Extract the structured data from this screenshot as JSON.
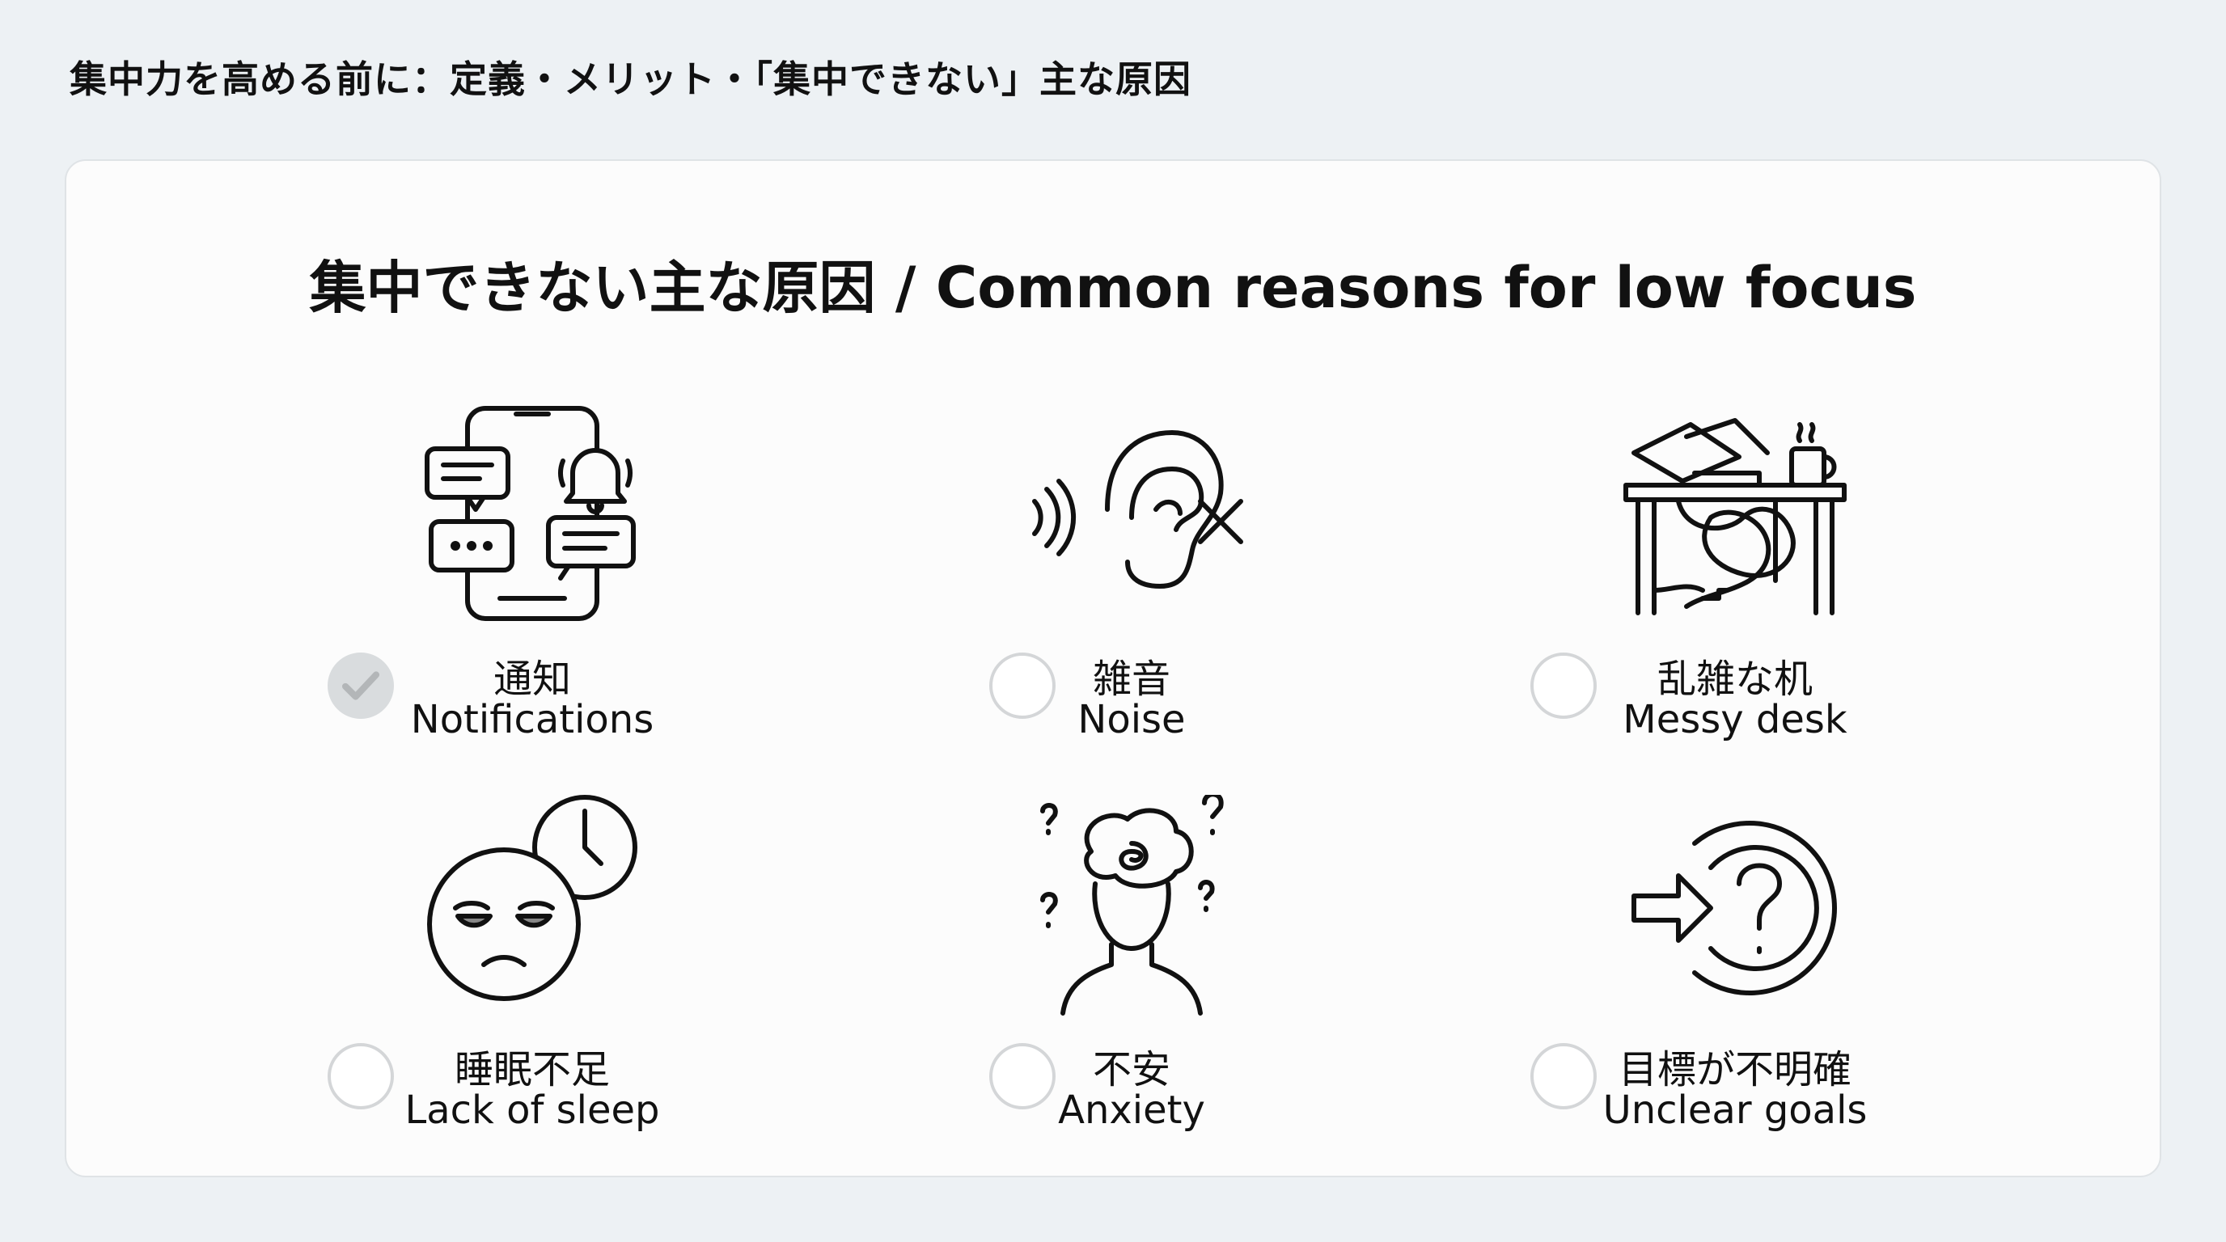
{
  "header": {
    "title": "集中力を高める前に：定義・メリット・「集中できない」主な原因"
  },
  "card": {
    "title": "集中できない主な原因 / Common reasons for low focus"
  },
  "items": [
    {
      "jp": "通知",
      "en": "Notifications",
      "icon": "phone-notifications-icon",
      "checked": true
    },
    {
      "jp": "雑音",
      "en": "Noise",
      "icon": "ear-noise-icon",
      "checked": false
    },
    {
      "jp": "乱雑な机",
      "en": "Messy desk",
      "icon": "messy-desk-icon",
      "checked": false
    },
    {
      "jp": "睡眠不足",
      "en": "Lack of sleep",
      "icon": "tired-face-clock-icon",
      "checked": false
    },
    {
      "jp": "不安",
      "en": "Anxiety",
      "icon": "anxious-head-icon",
      "checked": false
    },
    {
      "jp": "目標が不明確",
      "en": "Unclear goals",
      "icon": "unclear-target-icon",
      "checked": false
    }
  ]
}
